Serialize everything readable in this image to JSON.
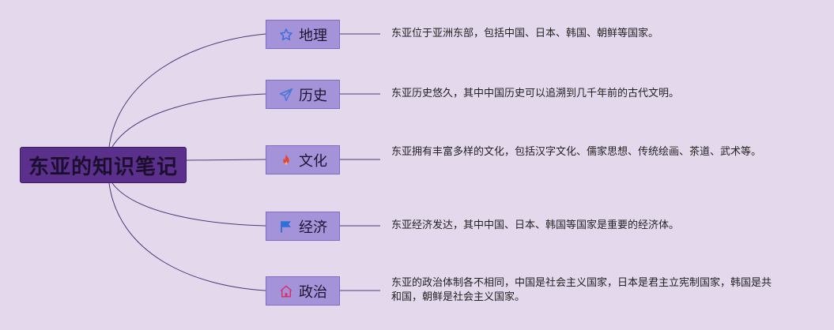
{
  "root": {
    "title": "东亚的知识笔记"
  },
  "branches": [
    {
      "label": "地理",
      "icon": "star-icon",
      "description": "东亚位于亚洲东部，包括中国、日本、韩国、朝鲜等国家。"
    },
    {
      "label": "历史",
      "icon": "paper-plane-icon",
      "description": "东亚历史悠久，其中中国历史可以追溯到几千年前的古代文明。"
    },
    {
      "label": "文化",
      "icon": "fire-icon",
      "description": "东亚拥有丰富多样的文化，包括汉字文化、儒家思想、传统绘画、茶道、武术等。"
    },
    {
      "label": "经济",
      "icon": "flag-icon",
      "description": "东亚经济发达，其中中国、日本、韩国等国家是重要的经济体。"
    },
    {
      "label": "政治",
      "icon": "home-icon",
      "description": "东亚的政治体制各不相同，中国是社会主义国家，日本是君主立宪制国家，韩国是共和国，朝鲜是社会主义国家。"
    }
  ],
  "colors": {
    "background": "#e4d9ec",
    "root_fill": "#5b2f8c",
    "branch_fill": "#a593d9",
    "connector": "#4a3a7a",
    "star": "#3b6fe0",
    "plane": "#4a78d8",
    "fire": "#e5452e",
    "flag": "#2f6fd8",
    "home": "#d8306a"
  }
}
